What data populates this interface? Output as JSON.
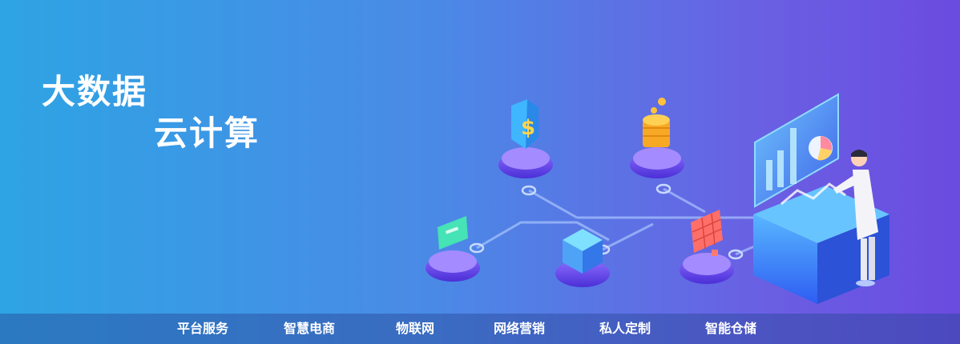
{
  "banner": {
    "line1": "大数据",
    "line2": "云计算"
  },
  "nav": {
    "items": [
      {
        "label": "平台服务"
      },
      {
        "label": "智慧电商"
      },
      {
        "label": "物联网"
      },
      {
        "label": "网络营销"
      },
      {
        "label": "私人定制"
      },
      {
        "label": "智能仓储"
      }
    ]
  },
  "colors": {
    "gradient_start": "#2ea4e4",
    "gradient_end": "#6b4be0",
    "text": "#ffffff"
  }
}
